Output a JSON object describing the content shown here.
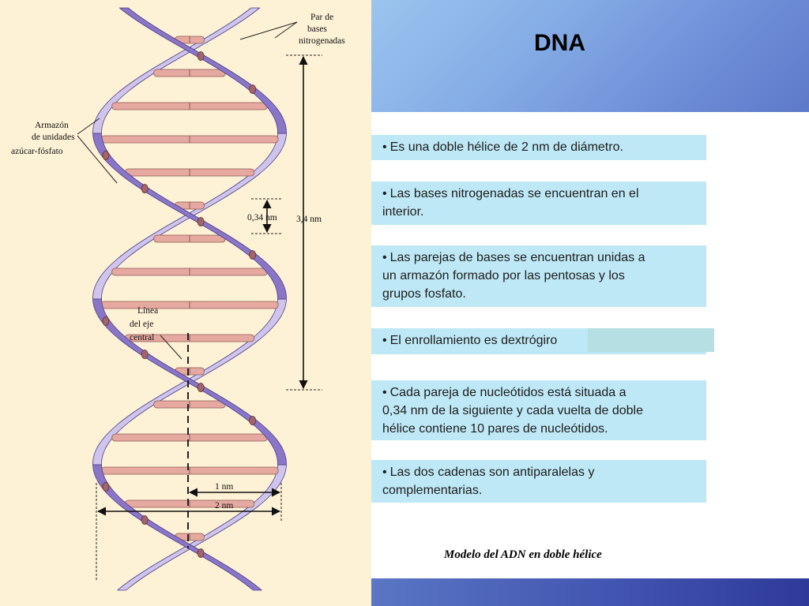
{
  "slide": {
    "title": "DNA"
  },
  "bullets": [
    {
      "lines": [
        "Es una doble hélice de  2 nm de diámetro."
      ]
    },
    {
      "lines": [
        "Las bases nitrogenadas se encuentran en el",
        "interior."
      ]
    },
    {
      "lines": [
        "Las parejas de bases se encuentran unidas a",
        "un armazón formado por las pentosas y los",
        "grupos fosfato."
      ]
    },
    {
      "lines": [
        "El enrollamiento es dextrógiro"
      ]
    },
    {
      "lines": [
        "Cada pareja de nucleótidos está situada a",
        "0,34 nm de la siguiente y cada vuelta de doble",
        "hélice contiene 10 pares de nucleótidos."
      ]
    },
    {
      "lines": [
        "Las dos cadenas son antiparalelas y",
        "complementarias."
      ]
    }
  ],
  "caption": "Modelo del ADN en doble hélice",
  "diagram": {
    "labels": {
      "base_pair": [
        "Par de",
        "bases",
        "nitrogenadas"
      ],
      "backbone": [
        "Armazón",
        "de unidades",
        "azúcar-fósfato"
      ],
      "axis": [
        "Línea",
        "del eje",
        "central"
      ],
      "rise": "0,34 nm",
      "pitch": "3,4 nm",
      "radius": "1 nm",
      "diameter": "2 nm"
    },
    "colors": {
      "strand_front": "#8a76c8",
      "strand_back": "#cfc5ec",
      "strand_outline": "#4b3e86",
      "rung": "#e6a9a0",
      "rung_outline": "#8c5a54",
      "phosphate": "#a2656a"
    }
  }
}
